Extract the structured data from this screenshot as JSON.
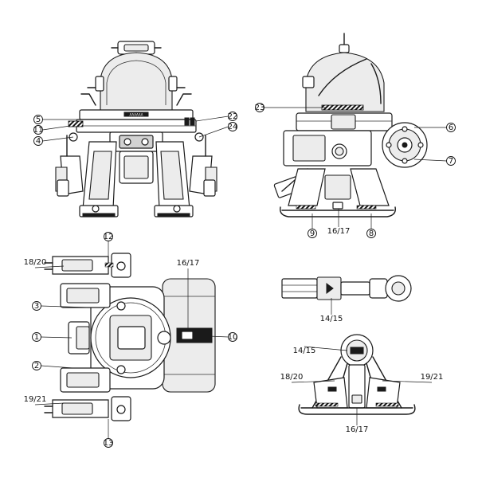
{
  "views": [
    {
      "id": "front",
      "name": "front-view"
    },
    {
      "id": "side",
      "name": "side-view"
    },
    {
      "id": "top",
      "name": "top-view"
    },
    {
      "id": "arm",
      "name": "arm-detail-view"
    },
    {
      "id": "rear",
      "name": "rear-view"
    }
  ],
  "callouts": [
    {
      "view": "front",
      "label": "5",
      "style": "circle"
    },
    {
      "view": "front",
      "label": "11",
      "style": "circle"
    },
    {
      "view": "front",
      "label": "4",
      "style": "circle"
    },
    {
      "view": "front",
      "label": "22",
      "style": "circle"
    },
    {
      "view": "front",
      "label": "24",
      "style": "circle"
    },
    {
      "view": "side",
      "label": "23",
      "style": "circle"
    },
    {
      "view": "side",
      "label": "6",
      "style": "circle"
    },
    {
      "view": "side",
      "label": "7",
      "style": "circle"
    },
    {
      "view": "side",
      "label": "9",
      "style": "circle"
    },
    {
      "view": "side",
      "label": "16/17",
      "style": "text"
    },
    {
      "view": "side",
      "label": "8",
      "style": "circle"
    },
    {
      "view": "top",
      "label": "12",
      "style": "circle"
    },
    {
      "view": "top",
      "label": "18/20",
      "style": "text"
    },
    {
      "view": "top",
      "label": "16/17",
      "style": "text"
    },
    {
      "view": "top",
      "label": "3",
      "style": "circle"
    },
    {
      "view": "top",
      "label": "1",
      "style": "circle"
    },
    {
      "view": "top",
      "label": "10",
      "style": "circle"
    },
    {
      "view": "top",
      "label": "2",
      "style": "circle"
    },
    {
      "view": "top",
      "label": "19/21",
      "style": "text"
    },
    {
      "view": "top",
      "label": "13",
      "style": "circle"
    },
    {
      "view": "arm",
      "label": "14/15",
      "style": "text"
    },
    {
      "view": "rear",
      "label": "14/15",
      "style": "text"
    },
    {
      "view": "rear",
      "label": "18/20",
      "style": "text"
    },
    {
      "view": "rear",
      "label": "19/21",
      "style": "text"
    },
    {
      "view": "rear",
      "label": "16/17",
      "style": "text"
    }
  ],
  "plate_text": "AAAAAA"
}
